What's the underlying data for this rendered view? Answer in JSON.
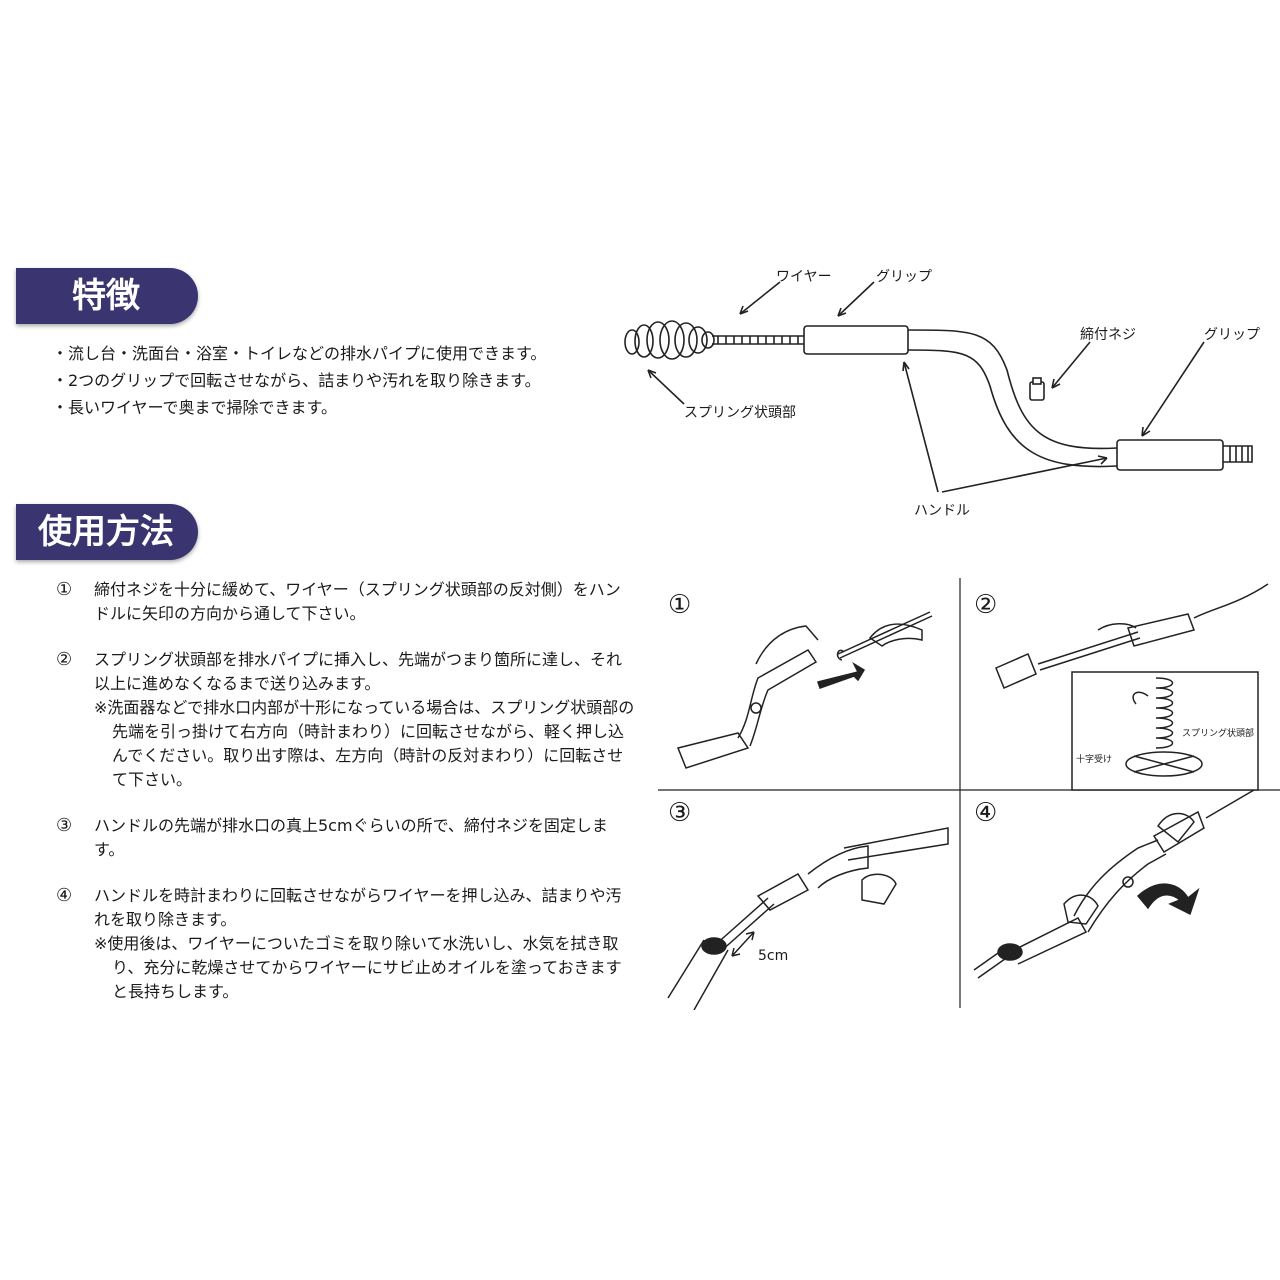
{
  "features": {
    "heading": "特徴",
    "items": [
      "・流し台・洗面台・浴室・トイレなどの排水パイプに使用できます。",
      "・2つのグリップで回転させながら、詰まりや汚れを取り除きます。",
      "・長いワイヤーで奥まで掃除できます。"
    ]
  },
  "diagram": {
    "labels": {
      "wire": "ワイヤー",
      "grip_left": "グリップ",
      "screw": "締付ネジ",
      "grip_right": "グリップ",
      "spring_head": "スプリング状頭部",
      "handle": "ハンドル"
    }
  },
  "usage": {
    "heading": "使用方法",
    "steps": [
      {
        "num": "①",
        "text": "締付ネジを十分に緩めて、ワイヤー（スプリング状頭部の反対側）をハンドルに矢印の方向から通して下さい。",
        "note": ""
      },
      {
        "num": "②",
        "text": "スプリング状頭部を排水パイプに挿入し、先端がつまり箇所に達し、それ以上に進めなくなるまで送り込みます。",
        "note": "※洗面器などで排水口内部が十形になっている場合は、スプリング状頭部の先端を引っ掛けて右方向（時計まわり）に回転させながら、軽く押し込んでください。取り出す際は、左方向（時計の反対まわり）に回転させて下さい。"
      },
      {
        "num": "③",
        "text": "ハンドルの先端が排水口の真上5cmぐらいの所で、締付ネジを固定します。",
        "note": ""
      },
      {
        "num": "④",
        "text": "ハンドルを時計まわりに回転させながらワイヤーを押し込み、詰まりや汚れを取り除きます。",
        "note": "※使用後は、ワイヤーについたゴミを取り除いて水洗いし、水気を拭き取り、充分に乾燥させてからワイヤーにサビ止めオイルを塗っておきますと長持ちします。"
      }
    ]
  },
  "panels": {
    "numbers": [
      "①",
      "②",
      "③",
      "④"
    ],
    "inset_spring_label": "スプリング状頭部",
    "inset_cross_label": "十字受け",
    "distance_label": "5cm"
  }
}
